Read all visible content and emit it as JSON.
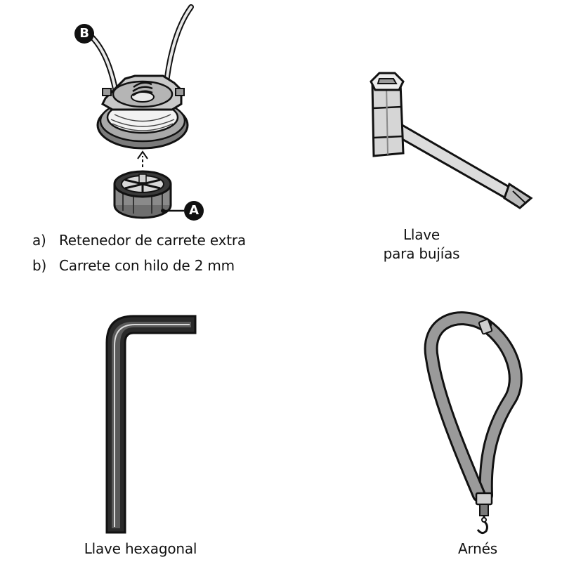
{
  "spool_panel": {
    "callout_a": "A",
    "callout_b": "B",
    "legend": [
      {
        "letter": "a)",
        "text": "Retenedor de carrete extra"
      },
      {
        "letter": "b)",
        "text": "Carrete con hilo de 2 mm"
      }
    ]
  },
  "spark_plug_wrench": {
    "label_line1": "Llave",
    "label_line2": "para bujías"
  },
  "hex_key": {
    "label": "Llave hexagonal"
  },
  "harness": {
    "label": "Arnés"
  }
}
